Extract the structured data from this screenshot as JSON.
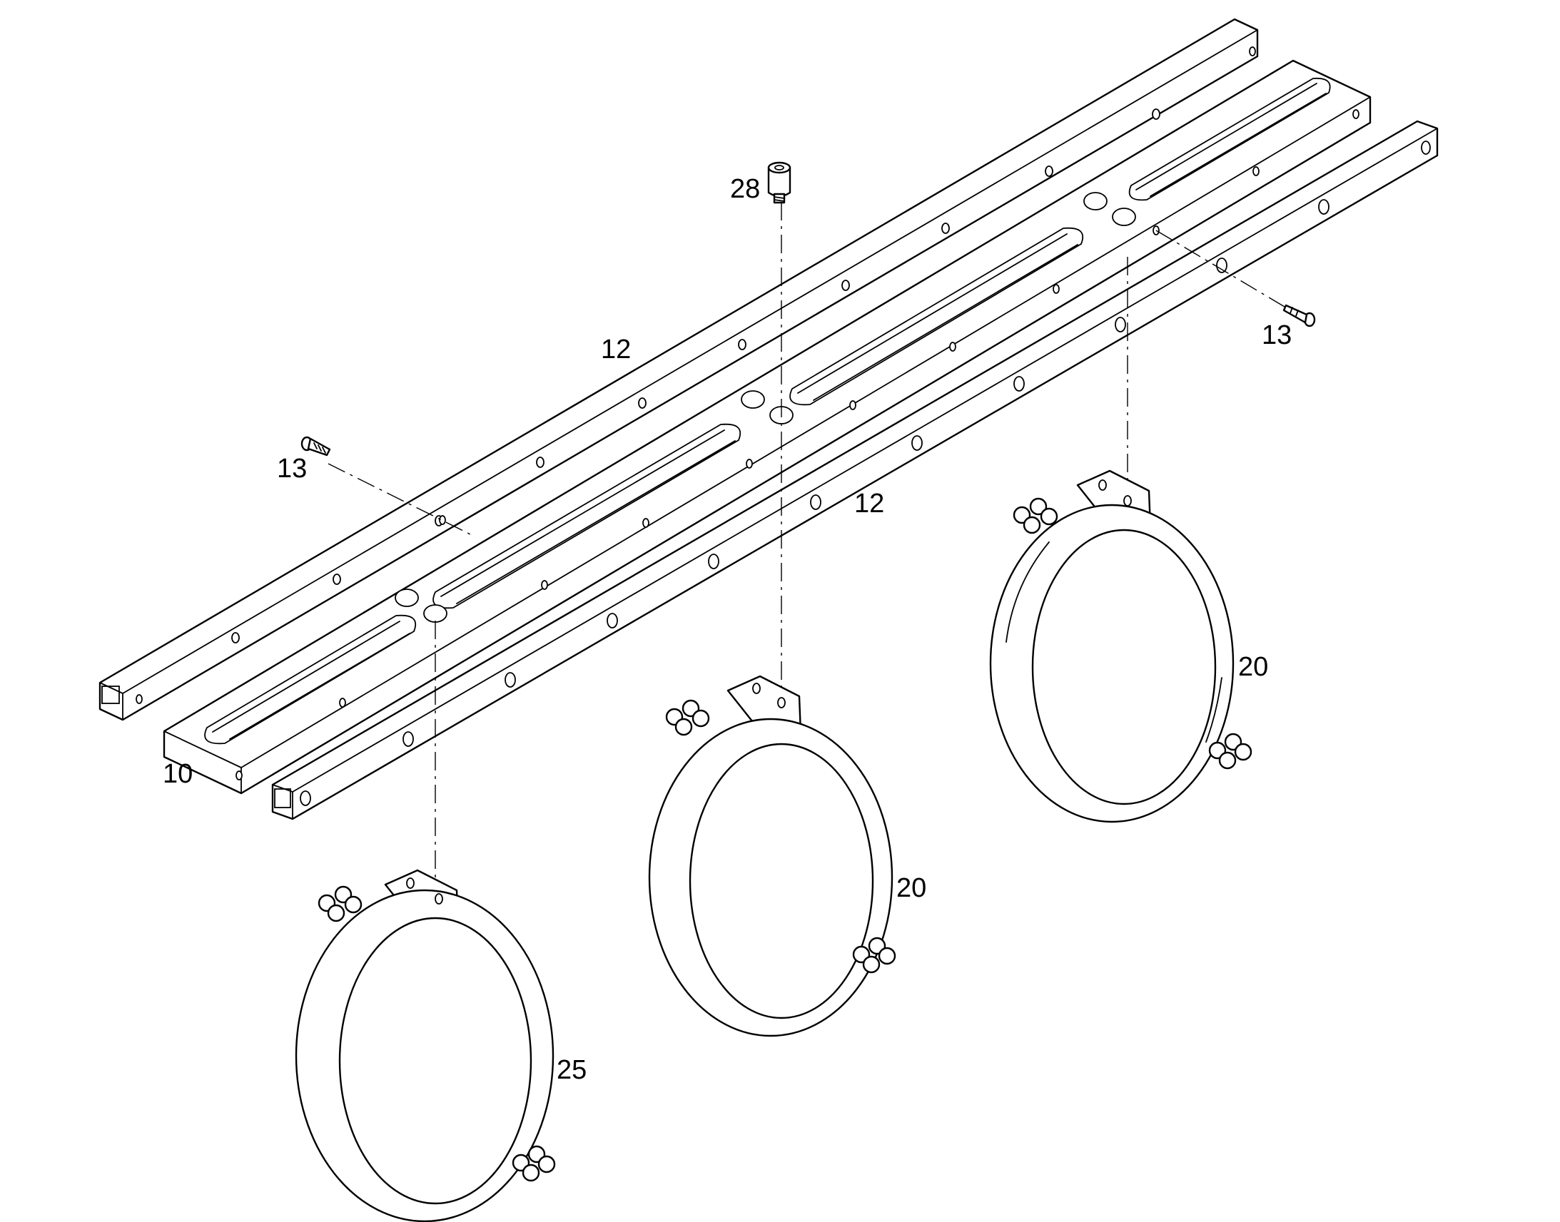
{
  "callouts": {
    "main_rail": "10",
    "side_rail_rear": "12",
    "side_rail_front": "12",
    "screw_left": "13",
    "screw_right": "13",
    "bolt_top": "28",
    "clamp_middle": "20",
    "clamp_right": "20",
    "clamp_left": "25"
  }
}
